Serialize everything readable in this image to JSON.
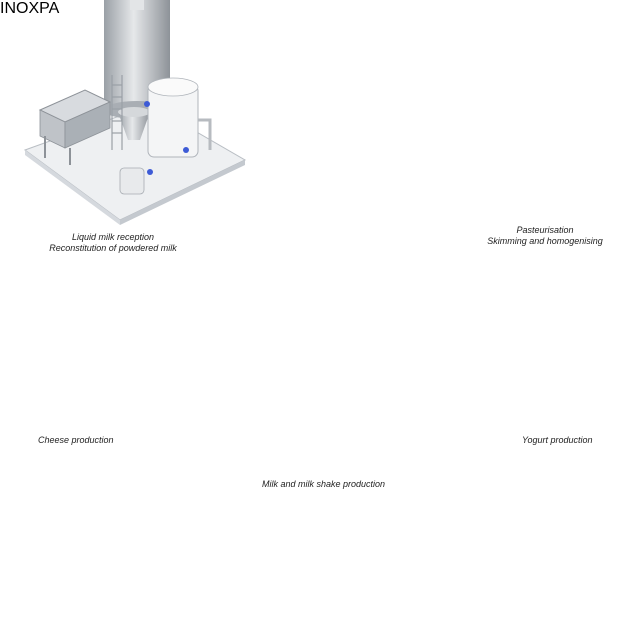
{
  "captions": {
    "reception": [
      "Liquid milk reception",
      "Reconstitution of powdered milk"
    ],
    "pasteurisation": [
      "Pasteurisation",
      "Skimming and homogenising"
    ],
    "milkshake": "Milk and milk shake production",
    "cheese": "Cheese production",
    "yogurt": "Yogurt production"
  },
  "brand_label": "INOXPA",
  "colors": {
    "steel": "#c9ccd0",
    "steel_dark": "#8d9298",
    "platform": "#eef0f2",
    "tiles": "#d9c3a0",
    "control_panel": "#3b4aa8",
    "glass_cabinet": "#cfe7ee",
    "arrow_fill": "#ffffff",
    "arrow_stroke": "#555555"
  }
}
